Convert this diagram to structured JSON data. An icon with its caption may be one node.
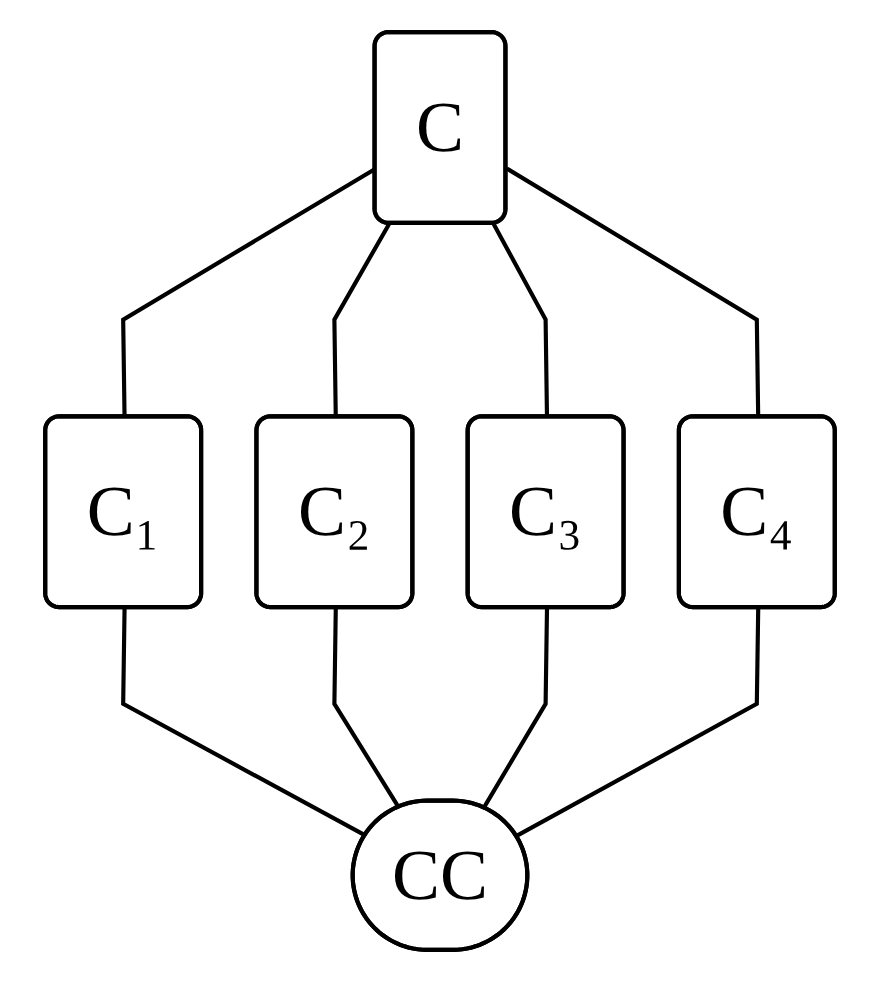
{
  "diagram": {
    "nodes": [
      {
        "text": [
          "C"
        ]
      },
      {
        "text": [
          "C₁"
        ]
      },
      {
        "text": [
          "C₂"
        ]
      },
      {
        "text": [
          "C₃"
        ]
      },
      {
        "text": [
          "C₄"
        ]
      },
      {
        "text": [
          "CC"
        ]
      }
    ],
    "edges": [
      {
        "from": 0,
        "to": 1,
        "arrow": "none"
      },
      {
        "from": 0,
        "to": 2,
        "arrow": "none"
      },
      {
        "from": 0,
        "to": 3,
        "arrow": "none"
      },
      {
        "from": 0,
        "to": 4,
        "arrow": "none"
      },
      {
        "from": 1,
        "to": 5,
        "arrow": "none"
      },
      {
        "from": 2,
        "to": 5,
        "arrow": "none"
      },
      {
        "from": 3,
        "to": 5,
        "arrow": "none"
      },
      {
        "from": 4,
        "to": 5,
        "arrow": "none"
      }
    ]
  }
}
